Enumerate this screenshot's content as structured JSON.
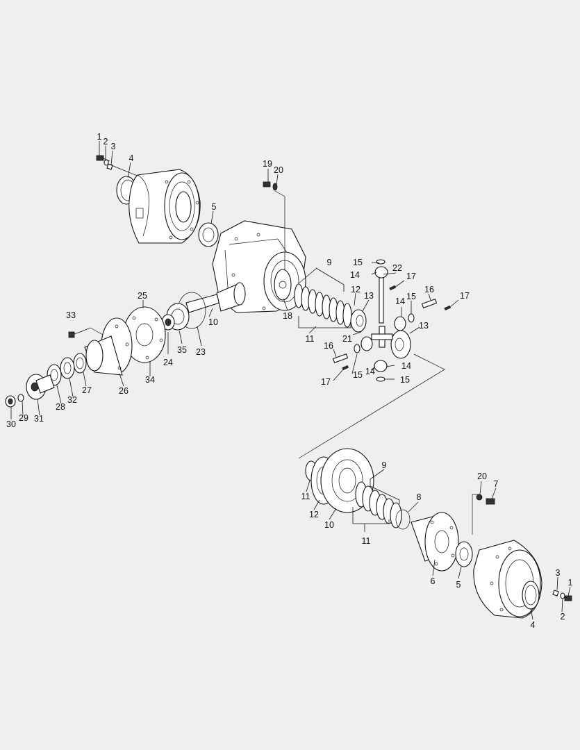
{
  "diagram": {
    "callouts": [
      {
        "id": "c1",
        "text": "1"
      },
      {
        "id": "c2",
        "text": "2"
      },
      {
        "id": "c3",
        "text": "3"
      },
      {
        "id": "c4",
        "text": "4"
      },
      {
        "id": "c5",
        "text": "5"
      },
      {
        "id": "c19",
        "text": "19"
      },
      {
        "id": "c20",
        "text": "20"
      },
      {
        "id": "c9",
        "text": "9"
      },
      {
        "id": "c15a",
        "text": "15"
      },
      {
        "id": "c14a",
        "text": "14"
      },
      {
        "id": "c22",
        "text": "22"
      },
      {
        "id": "c17a",
        "text": "17"
      },
      {
        "id": "c12",
        "text": "12"
      },
      {
        "id": "c13a",
        "text": "13"
      },
      {
        "id": "c16a",
        "text": "16"
      },
      {
        "id": "c14b",
        "text": "14"
      },
      {
        "id": "c15b",
        "text": "15"
      },
      {
        "id": "c17b",
        "text": "17"
      },
      {
        "id": "c13b",
        "text": "13"
      },
      {
        "id": "c25",
        "text": "25"
      },
      {
        "id": "c33",
        "text": "33"
      },
      {
        "id": "c10",
        "text": "10"
      },
      {
        "id": "c18",
        "text": "18"
      },
      {
        "id": "c11",
        "text": "11"
      },
      {
        "id": "c21",
        "text": "21"
      },
      {
        "id": "c24",
        "text": "24"
      },
      {
        "id": "c35",
        "text": "35"
      },
      {
        "id": "c23",
        "text": "23"
      },
      {
        "id": "c16b",
        "text": "16"
      },
      {
        "id": "c15c",
        "text": "15"
      },
      {
        "id": "c14c",
        "text": "14"
      },
      {
        "id": "c17c",
        "text": "17"
      },
      {
        "id": "c14d",
        "text": "14"
      },
      {
        "id": "c15d",
        "text": "15"
      },
      {
        "id": "c34",
        "text": "34"
      },
      {
        "id": "c26",
        "text": "26"
      },
      {
        "id": "c27",
        "text": "27"
      },
      {
        "id": "c32",
        "text": "32"
      },
      {
        "id": "c28",
        "text": "28"
      },
      {
        "id": "c31",
        "text": "31"
      },
      {
        "id": "c29",
        "text": "29"
      },
      {
        "id": "c30",
        "text": "30"
      },
      {
        "id": "c9b",
        "text": "9"
      },
      {
        "id": "c20b",
        "text": "20"
      },
      {
        "id": "c7",
        "text": "7"
      },
      {
        "id": "c8",
        "text": "8"
      },
      {
        "id": "c11b",
        "text": "11"
      },
      {
        "id": "c12b",
        "text": "12"
      },
      {
        "id": "c10b",
        "text": "10"
      },
      {
        "id": "c11c",
        "text": "11"
      },
      {
        "id": "c6",
        "text": "6"
      },
      {
        "id": "c5b",
        "text": "5"
      },
      {
        "id": "c3b",
        "text": "3"
      },
      {
        "id": "c1b",
        "text": "1"
      },
      {
        "id": "c2b",
        "text": "2"
      },
      {
        "id": "c4b",
        "text": "4"
      }
    ]
  }
}
